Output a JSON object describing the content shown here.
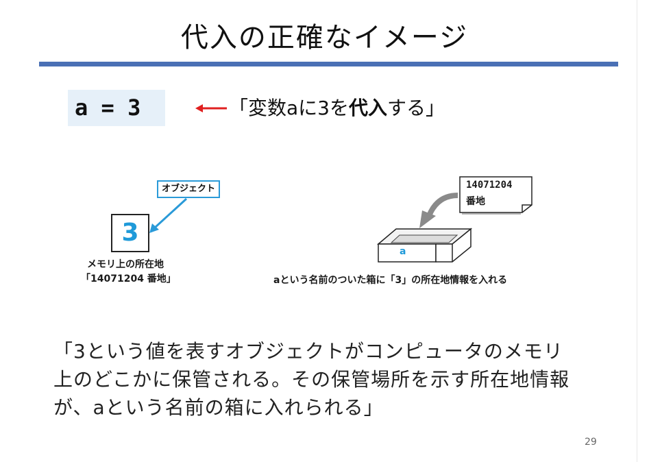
{
  "slide": {
    "title": "代入の正確なイメージ",
    "page_number": "29",
    "accent_color": "#4a70b5"
  },
  "code": {
    "expression": "a = 3",
    "desc_prefix": "「変数aに3を",
    "desc_bold": "代入",
    "desc_suffix": "する」",
    "arrow_color": "#e02020"
  },
  "figure_left": {
    "object_label": "オブジェクト",
    "value": "3",
    "memory_line1": "メモリ上の所在地",
    "memory_line2": "「14071204 番地」",
    "arrow_color": "#2a9ad8"
  },
  "figure_right": {
    "address_line1": "14071204",
    "address_line2": "番地",
    "box_label": "a",
    "caption": "aという名前のついた箱に「3」の所在地情報を入れる"
  },
  "paragraph": {
    "line1": "「3という値を表すオブジェクトがコンピュータのメモリ",
    "line2": "上のどこかに保管される。その保管場所を示す所在地情報",
    "line3": "が、aという名前の箱に入れられる」"
  }
}
